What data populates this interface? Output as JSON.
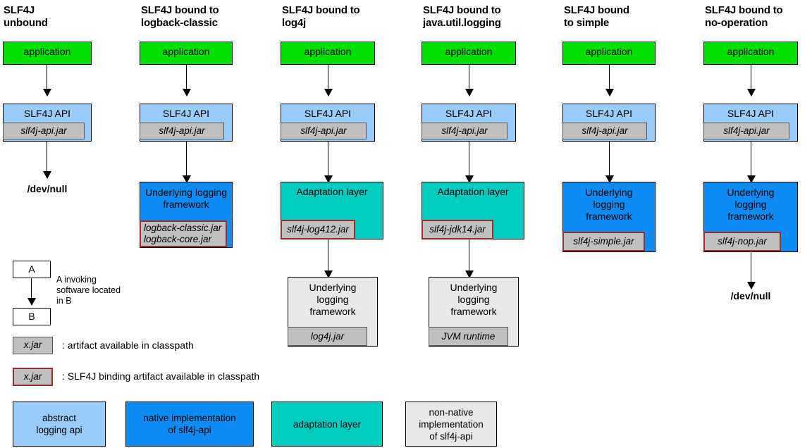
{
  "diagram": {
    "title": "SLF4J bindings diagram",
    "colors": {
      "application": "#00e000",
      "abstract_logging_api": "#99ccf9",
      "native_impl": "#0d8bf2",
      "adaptation_layer": "#00ccc0",
      "non_native_impl": "#e8e8e8",
      "jar_chip": "#c0c0c0",
      "binding_border": "#9c2b2b"
    }
  },
  "columns": [
    {
      "title": "SLF4J\nunbound",
      "application": "application",
      "api": {
        "label": "SLF4J API",
        "jar": "slf4j-api.jar"
      },
      "terminal": "/dev/null"
    },
    {
      "title": "SLF4J bound to\nlogback-classic",
      "application": "application",
      "api": {
        "label": "SLF4J API",
        "jar": "slf4j-api.jar"
      },
      "framework": {
        "label": "Underlying logging\nframework",
        "jar": "logback-classic.jar\nlogback-core.jar"
      }
    },
    {
      "title": "SLF4J bound to\nlog4j",
      "application": "application",
      "api": {
        "label": "SLF4J API",
        "jar": "slf4j-api.jar"
      },
      "adaptation": {
        "label": "Adaptation layer",
        "jar": "slf4j-log412.jar"
      },
      "framework": {
        "label": "Underlying\nlogging\nframework",
        "jar": "log4j.jar"
      }
    },
    {
      "title": "SLF4J bound to\njava.util.logging",
      "application": "application",
      "api": {
        "label": "SLF4J API",
        "jar": "slf4j-api.jar"
      },
      "adaptation": {
        "label": "Adaptation layer",
        "jar": "slf4j-jdk14.jar"
      },
      "framework": {
        "label": "Underlying\nlogging\nframework",
        "jar": "JVM runtime"
      }
    },
    {
      "title": "SLF4J bound\nto simple",
      "application": "application",
      "api": {
        "label": "SLF4J API",
        "jar": "slf4j-api.jar"
      },
      "framework": {
        "label": "Underlying\nlogging\nframework",
        "jar": "slf4j-simple.jar"
      }
    },
    {
      "title": "SLF4J bound to\nno-operation",
      "application": "application",
      "api": {
        "label": "SLF4J API",
        "jar": "slf4j-api.jar"
      },
      "framework": {
        "label": "Underlying\nlogging\nframework",
        "jar": "slf4j-nop.jar"
      },
      "terminal": "/dev/null"
    }
  ],
  "legend": {
    "invocation": {
      "box_a": "A",
      "box_b": "B",
      "caption": "A invoking\nsoftware located\nin B"
    },
    "artifact": {
      "sample": "x.jar",
      "caption": ": artifact available in classpath"
    },
    "binding": {
      "sample": "x.jar",
      "caption": ": SLF4J binding artifact available in classpath"
    }
  },
  "key": [
    {
      "label": "abstract\nlogging api"
    },
    {
      "label": "native implementation\nof slf4j-api"
    },
    {
      "label": "adaptation layer"
    },
    {
      "label": "non-native\nimplementation\nof slf4j-api"
    }
  ]
}
